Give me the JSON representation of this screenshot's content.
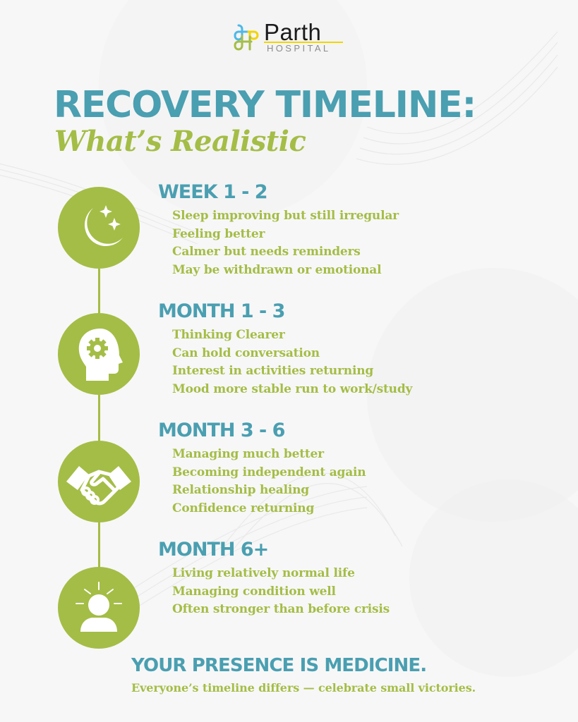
{
  "brand": {
    "name": "Parth",
    "subtitle": "HOSPITAL",
    "logo_colors": [
      "#4db8e8",
      "#f2d400",
      "#a4bd46"
    ]
  },
  "header": {
    "title": "RECOVERY TIMELINE:",
    "subtitle": "What’s Realistic"
  },
  "colors": {
    "teal": "#4a9fb1",
    "green": "#a4bd46",
    "background": "#f7f7f7"
  },
  "timeline": [
    {
      "icon": "moon-stars-icon",
      "title": "WEEK 1 - 2",
      "items": [
        "Sleep improving but still irregular",
        "Feeling better",
        "Calmer but needs reminders",
        "May be withdrawn or emotional"
      ]
    },
    {
      "icon": "head-gear-icon",
      "title": "MONTH 1 - 3",
      "items": [
        "Thinking Clearer",
        "Can hold conversation",
        "Interest in activities returning",
        "Mood more stable run to work/study"
      ]
    },
    {
      "icon": "handshake-icon",
      "title": "MONTH 3 - 6",
      "items": [
        "Managing much better",
        "Becoming independent again",
        "Relationship healing",
        "Confidence returning"
      ]
    },
    {
      "icon": "person-glow-icon",
      "title": "MONTH 6+",
      "items": [
        "Living relatively normal life",
        "Managing condition well",
        "Often stronger than before crisis"
      ]
    }
  ],
  "footer": {
    "title": "YOUR PRESENCE IS MEDICINE.",
    "subtitle": "Everyone’s timeline differs — celebrate small victories."
  }
}
